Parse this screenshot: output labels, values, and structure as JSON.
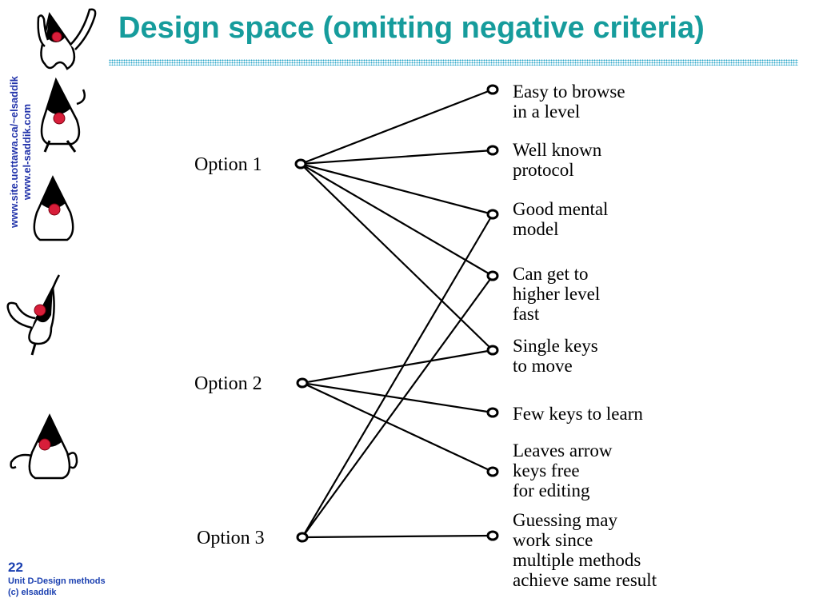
{
  "slide": {
    "title": "Design space (omitting negative criteria)",
    "side_url_line1": "www.site.uottawa.ca/~elsaddik",
    "side_url_line2": "www.el-saddik.com",
    "page_number": "22",
    "footer_line1": "Unit D-Design methods",
    "footer_line2": "(c) elsaddik",
    "accent_color": "#169c9c",
    "footer_color": "#1a3fb0"
  },
  "diagram": {
    "options": [
      {
        "id": "opt1",
        "label": "Option 1"
      },
      {
        "id": "opt2",
        "label": "Option 2"
      },
      {
        "id": "opt3",
        "label": "Option 3"
      }
    ],
    "criteria": [
      {
        "id": "c1",
        "lines": [
          "Easy to browse",
          "in a level"
        ]
      },
      {
        "id": "c2",
        "lines": [
          "Well known",
          "protocol"
        ]
      },
      {
        "id": "c3",
        "lines": [
          "Good mental",
          "model"
        ]
      },
      {
        "id": "c4",
        "lines": [
          "Can get to",
          "higher level",
          "fast"
        ]
      },
      {
        "id": "c5",
        "lines": [
          "Single keys",
          "to move"
        ]
      },
      {
        "id": "c6",
        "lines": [
          "Few keys to learn"
        ]
      },
      {
        "id": "c7",
        "lines": [
          "Leaves arrow",
          "keys free",
          "for editing"
        ]
      },
      {
        "id": "c8",
        "lines": [
          "Guessing may",
          "work since",
          "multiple methods",
          "achieve same result"
        ]
      }
    ],
    "links": [
      [
        "opt1",
        "c1"
      ],
      [
        "opt1",
        "c2"
      ],
      [
        "opt1",
        "c3"
      ],
      [
        "opt1",
        "c4"
      ],
      [
        "opt1",
        "c5"
      ],
      [
        "opt2",
        "c5"
      ],
      [
        "opt2",
        "c6"
      ],
      [
        "opt2",
        "c7"
      ],
      [
        "opt3",
        "c3"
      ],
      [
        "opt3",
        "c4"
      ],
      [
        "opt3",
        "c8"
      ]
    ]
  },
  "decor": {
    "mascot_count": 5,
    "mascot_icon": "duke-mascot-icon"
  }
}
